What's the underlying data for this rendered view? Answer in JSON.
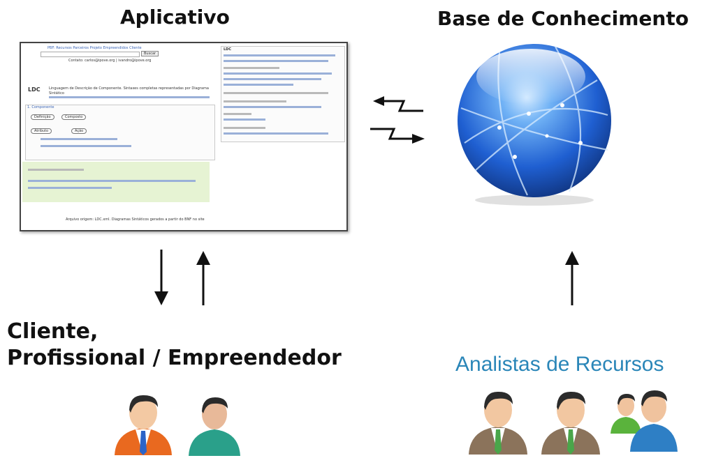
{
  "labels": {
    "app_title": "Aplicativo",
    "kb_title": "Base de Conhecimento",
    "client_line1": "Cliente,",
    "client_line2": "Profissional / Empreendedor",
    "analysts_title": "Analistas de Recursos"
  },
  "mini_screenshot": {
    "header": "PBF: Recursos Parceiros Projeto",
    "header_link1": "Empreendidos",
    "header_link2": "Cliente",
    "search_button": "Buscar",
    "contact": "Contato: carlos@ipove.org | ivandro@ipove.org",
    "ldc_title": "LDC",
    "ldc_desc": "Linguagem de Descrição de Componente. Sintaxes completas representadas por Diagrama Sintático",
    "section_component": "1. Componente",
    "node_a": "Definição",
    "node_b": "Composto",
    "node_c": "Atributo",
    "node_d": "Ação",
    "side_title": "LDC",
    "bottom_text": "Arquivo origem: LDC.xml. Diagramas Sintáticos gerados a partir do BNF no site"
  },
  "colors": {
    "analysts": "#2a86b8",
    "globe": "#2f73d9"
  }
}
